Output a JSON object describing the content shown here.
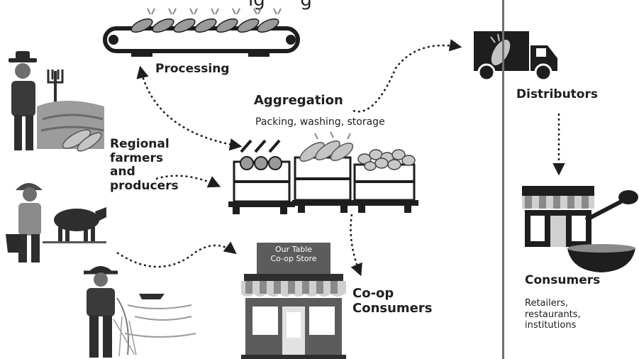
{
  "title_fragment": "ig      g",
  "labels": {
    "processing": "Processing",
    "aggregation": "Aggregation",
    "aggregation_sub": "Packing, washing, storage",
    "regional": [
      "Regional",
      "farmers",
      "and",
      "producers"
    ],
    "store_sign": [
      "Our Table",
      "Co-op Store"
    ],
    "coop_consumers": [
      "Co-op",
      "Consumers"
    ],
    "distributors": "Distributors",
    "consumers": "Consumers",
    "consumers_sub": [
      "Retailers,",
      "restaurants,",
      "institutions"
    ]
  },
  "colors": {
    "ink": "#1e1e1e",
    "mid": "#7a7a7a",
    "light": "#bdbdbd",
    "divider": "#6f6f6f"
  },
  "icons": [
    "conveyor-belt-icon",
    "farmer-pitchfork-icon",
    "dairy-farmer-cow-icon",
    "fisherman-icon",
    "produce-crates-icon",
    "coop-store-icon",
    "delivery-truck-icon",
    "restaurant-storefront-icon"
  ]
}
